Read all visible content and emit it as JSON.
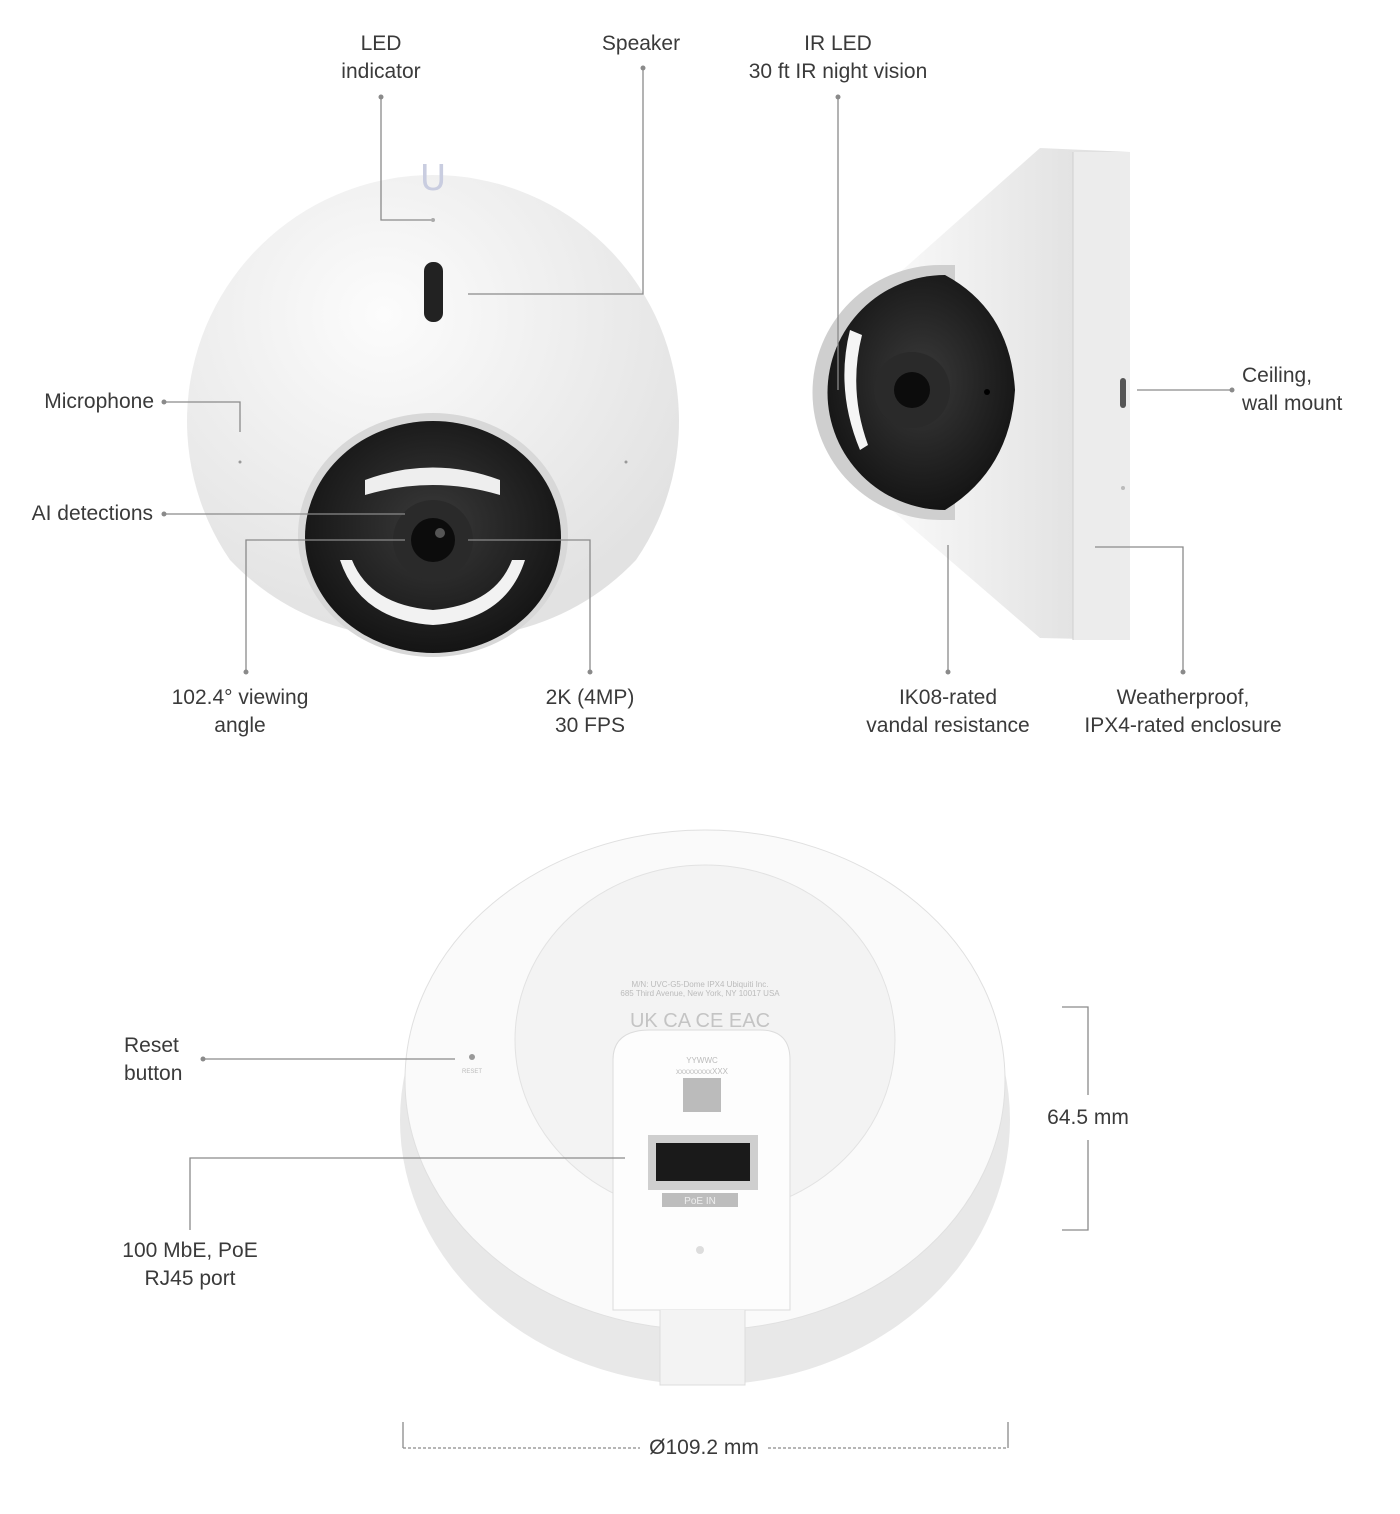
{
  "callouts": {
    "led": [
      "LED",
      "indicator"
    ],
    "speaker": [
      "Speaker"
    ],
    "ir_led": [
      "IR LED",
      "30 ft IR night vision"
    ],
    "microphone": [
      "Microphone"
    ],
    "ai": [
      "AI detections"
    ],
    "viewing_angle": [
      "102.4° viewing",
      "angle"
    ],
    "resolution": [
      "2K (4MP)",
      "30 FPS"
    ],
    "mount": [
      "Ceiling,",
      "wall mount"
    ],
    "vandal": [
      "IK08-rated",
      "vandal resistance"
    ],
    "weatherproof": [
      "Weatherproof,",
      "IPX4-rated enclosure"
    ],
    "reset": [
      "Reset",
      "button"
    ],
    "port": [
      "100 MbE, PoE",
      "RJ45 port"
    ]
  },
  "dimensions": {
    "height": "64.5 mm",
    "diameter": "Ø109.2 mm"
  },
  "device_label": {
    "line1": "M/N: UVC-G5-Dome    IPX4    Ubiquiti Inc.",
    "line2": "685 Third Avenue, New York, NY 10017 USA",
    "marks": "UK CA  CE EAC",
    "reset_text": "RESET",
    "date_code": "YYWWC",
    "serial": "xxxxxxxxxXXX",
    "port_label": "PoE IN"
  },
  "colors": {
    "line": "#8a8a8a",
    "body": "#f2f2f2",
    "lens": "#1c1c1c"
  }
}
